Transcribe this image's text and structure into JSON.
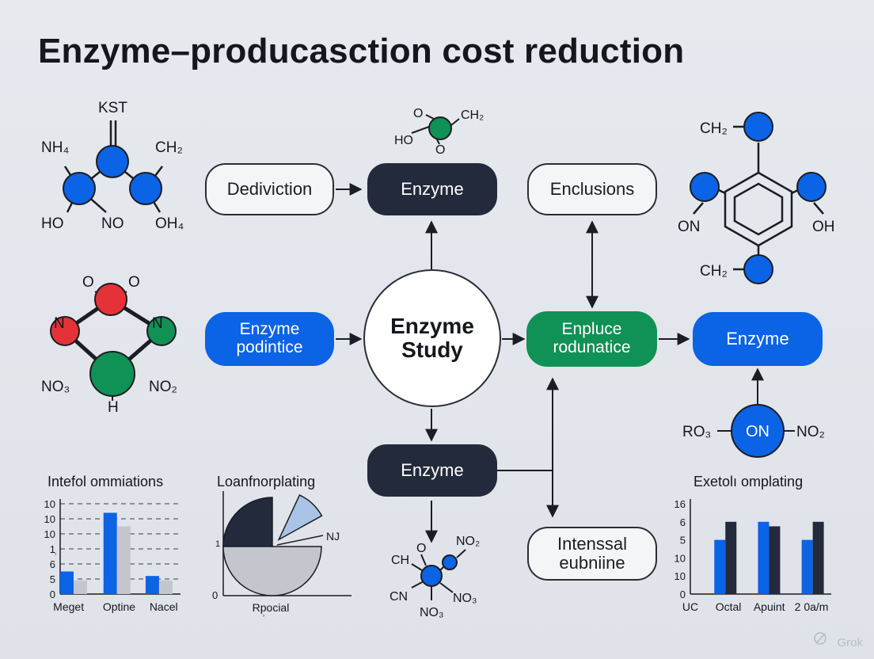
{
  "title": "Enzyme–producasction cost reduction",
  "colors": {
    "blue": "#0b63e5",
    "green": "#109155",
    "red": "#e53238",
    "dark": "#222a3b",
    "gray_bar": "#c3c7cd"
  },
  "nodes": {
    "dediviction": "Dediviction",
    "enzyme_top": "Enzyme",
    "enclusions": "Enclusions",
    "enzyme_podintice": "Enzyme\npodintice",
    "enzyme_study": "Enzyme\nStudy",
    "enpluce": "Enpluce\nrodunatice",
    "enzyme_right": "Enzyme",
    "enzyme_bottom": "Enzyme",
    "intenssal": "Intenssal\neubniine"
  },
  "molecules": {
    "tl": {
      "top": "KST",
      "a": "NH₄",
      "b": "CH₂",
      "c": "HO",
      "d": "NO",
      "e": "OH₄"
    },
    "tc": {
      "o1": "O",
      "ch2": "CH₂",
      "ho": "HO",
      "o2": "O"
    },
    "tr": {
      "ch2a": "CH₂",
      "on": "ON",
      "oh": "OH",
      "ch2b": "CH₂"
    },
    "ml": {
      "o1": "O",
      "o2": "O",
      "n1": "N",
      "n2": "N",
      "no3": "NO₃",
      "no2": "NO₂",
      "h": "H"
    },
    "mr": {
      "ro3": "RO₃",
      "on": "ON",
      "no2": "NO₂"
    },
    "bc": {
      "o": "O",
      "no2": "NO₂",
      "ch": "CH",
      "cn": "CN",
      "no3a": "NO₃",
      "no3b": "NO₃"
    }
  },
  "icons": {
    "watermark_icon": "grok-logo-icon"
  },
  "watermark": "Grok",
  "chart_data": [
    {
      "type": "bar",
      "title": "Intefol ommiations",
      "categories": [
        "Meget",
        "Optine",
        "Nacel"
      ],
      "series": [
        {
          "values": [
            5,
            18,
            4
          ],
          "color": "#0b63e5"
        },
        {
          "values": [
            3,
            15,
            3
          ],
          "color": "#c3c7cd"
        }
      ],
      "ytick_labels": [
        "0",
        "5",
        "6",
        "1̹",
        "10",
        "10",
        "10"
      ],
      "ylim": [
        0,
        20
      ],
      "grid": true
    },
    {
      "type": "pie",
      "title": "Loanfnorplating",
      "xlabel": "Rp̹ocial",
      "slice_label": "NJ",
      "y_axis_labels": [
        "0",
        "1"
      ],
      "slices": [
        {
          "value": 65,
          "color": "#c3c7cd"
        },
        {
          "value": 25,
          "color": "#222a3b"
        },
        {
          "value": 10,
          "color": "#a9c4e6"
        }
      ]
    },
    {
      "type": "bar",
      "title": "Exetolı omplating",
      "categories": [
        "UC",
        "Octal",
        "Apuint",
        "2 0a/m"
      ],
      "series": [
        {
          "values": [
            12,
            16,
            12
          ],
          "color": "#0b63e5"
        },
        {
          "values": [
            16,
            15,
            16
          ],
          "color": "#222a3b"
        }
      ],
      "ytick_labels": [
        "0",
        "10",
        "10",
        "5",
        "6",
        "16"
      ],
      "ylim": [
        0,
        20
      ],
      "grid": false
    }
  ]
}
